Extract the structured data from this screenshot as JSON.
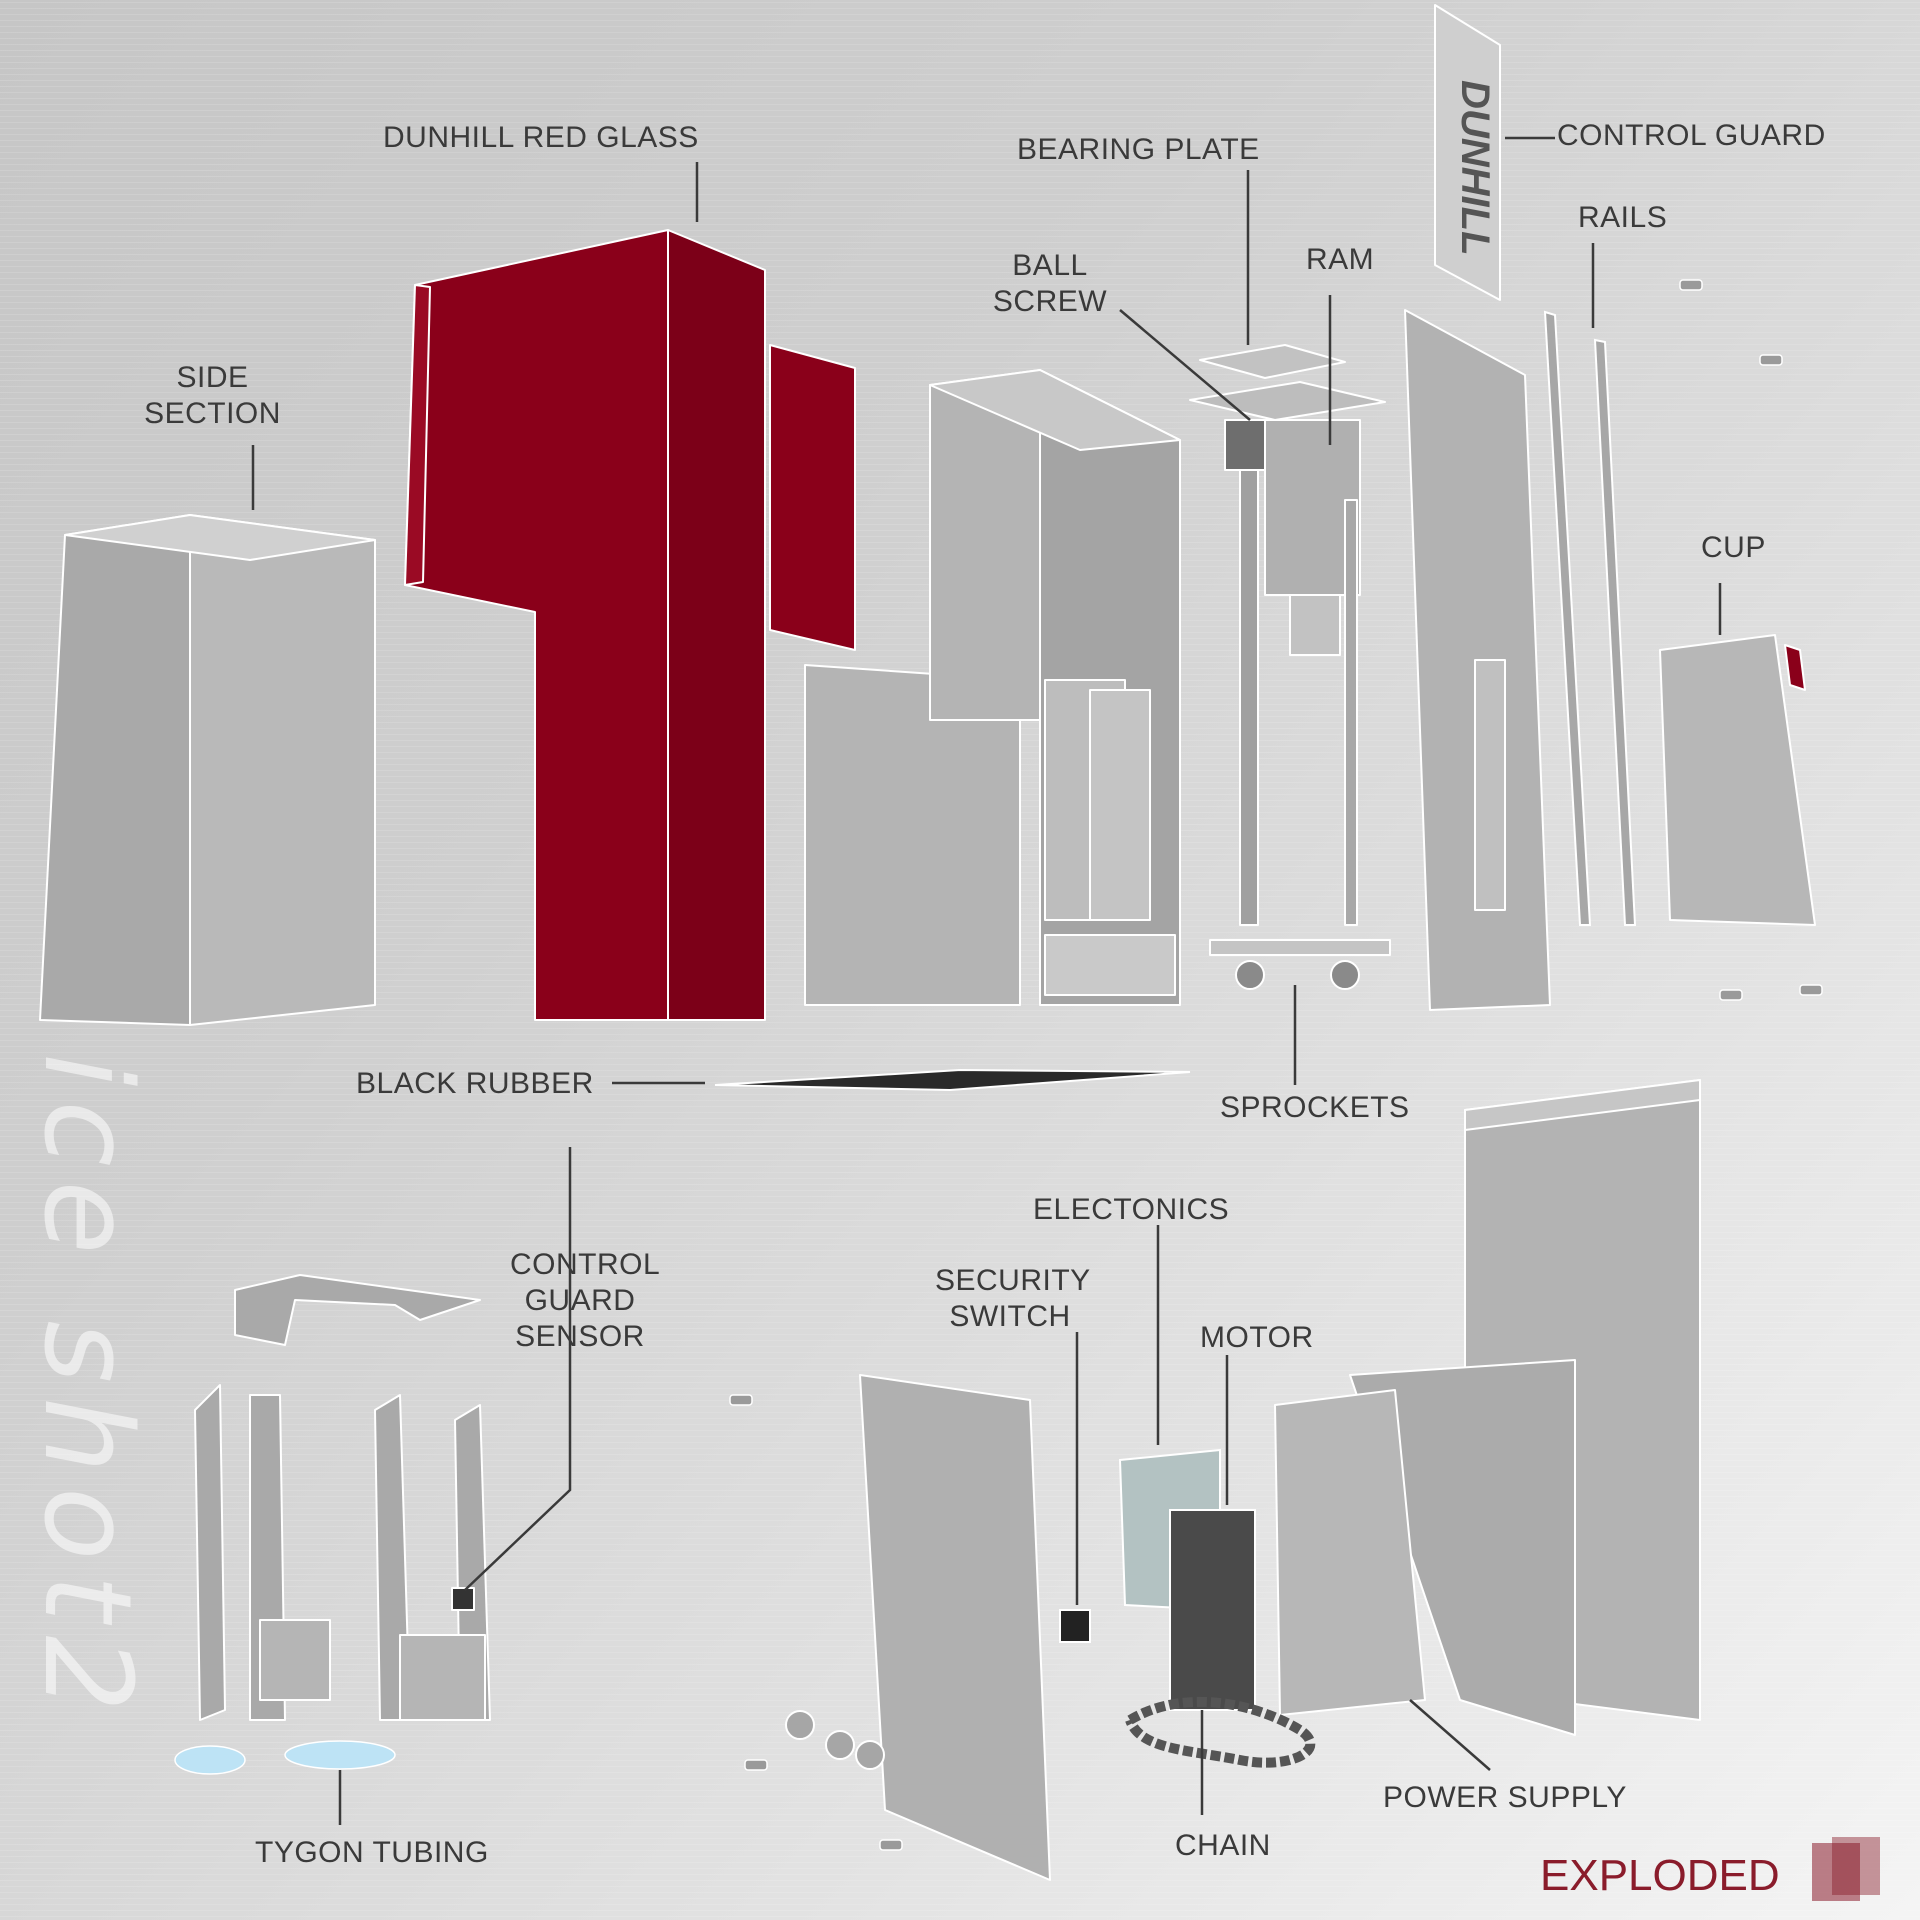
{
  "watermark": "ice shot2",
  "badge": "EXPLODED",
  "colors": {
    "accent": "#8a001a",
    "panel": "#b8b8b8",
    "outline": "#ffffff",
    "label": "#3a3a3a",
    "motor": "#4a4a4a",
    "electronics": "#b3c2c2",
    "tubing": "#bde3f5"
  },
  "labels": {
    "dunhill_red_glass": "DUNHILL RED GLASS",
    "side_section_1": "SIDE",
    "side_section_2": "SECTION",
    "bearing_plate": "BEARING PLATE",
    "control_guard": "CONTROL GUARD",
    "ball_screw_1": "BALL",
    "ball_screw_2": "SCREW",
    "ram": "RAM",
    "rails": "RAILS",
    "cup": "CUP",
    "black_rubber": "BLACK RUBBER",
    "sprockets": "SPROCKETS",
    "electonics": "ELECTONICS",
    "control_guard_sensor_1": "CONTROL",
    "control_guard_sensor_2": "GUARD",
    "control_guard_sensor_3": "SENSOR",
    "security_switch_1": "SECURITY",
    "security_switch_2": "SWITCH",
    "motor": "MOTOR",
    "power_supply": "POWER SUPPLY",
    "chain": "CHAIN",
    "tygon_tubing": "TYGON TUBING"
  },
  "guard_logo": "DUNHILL"
}
